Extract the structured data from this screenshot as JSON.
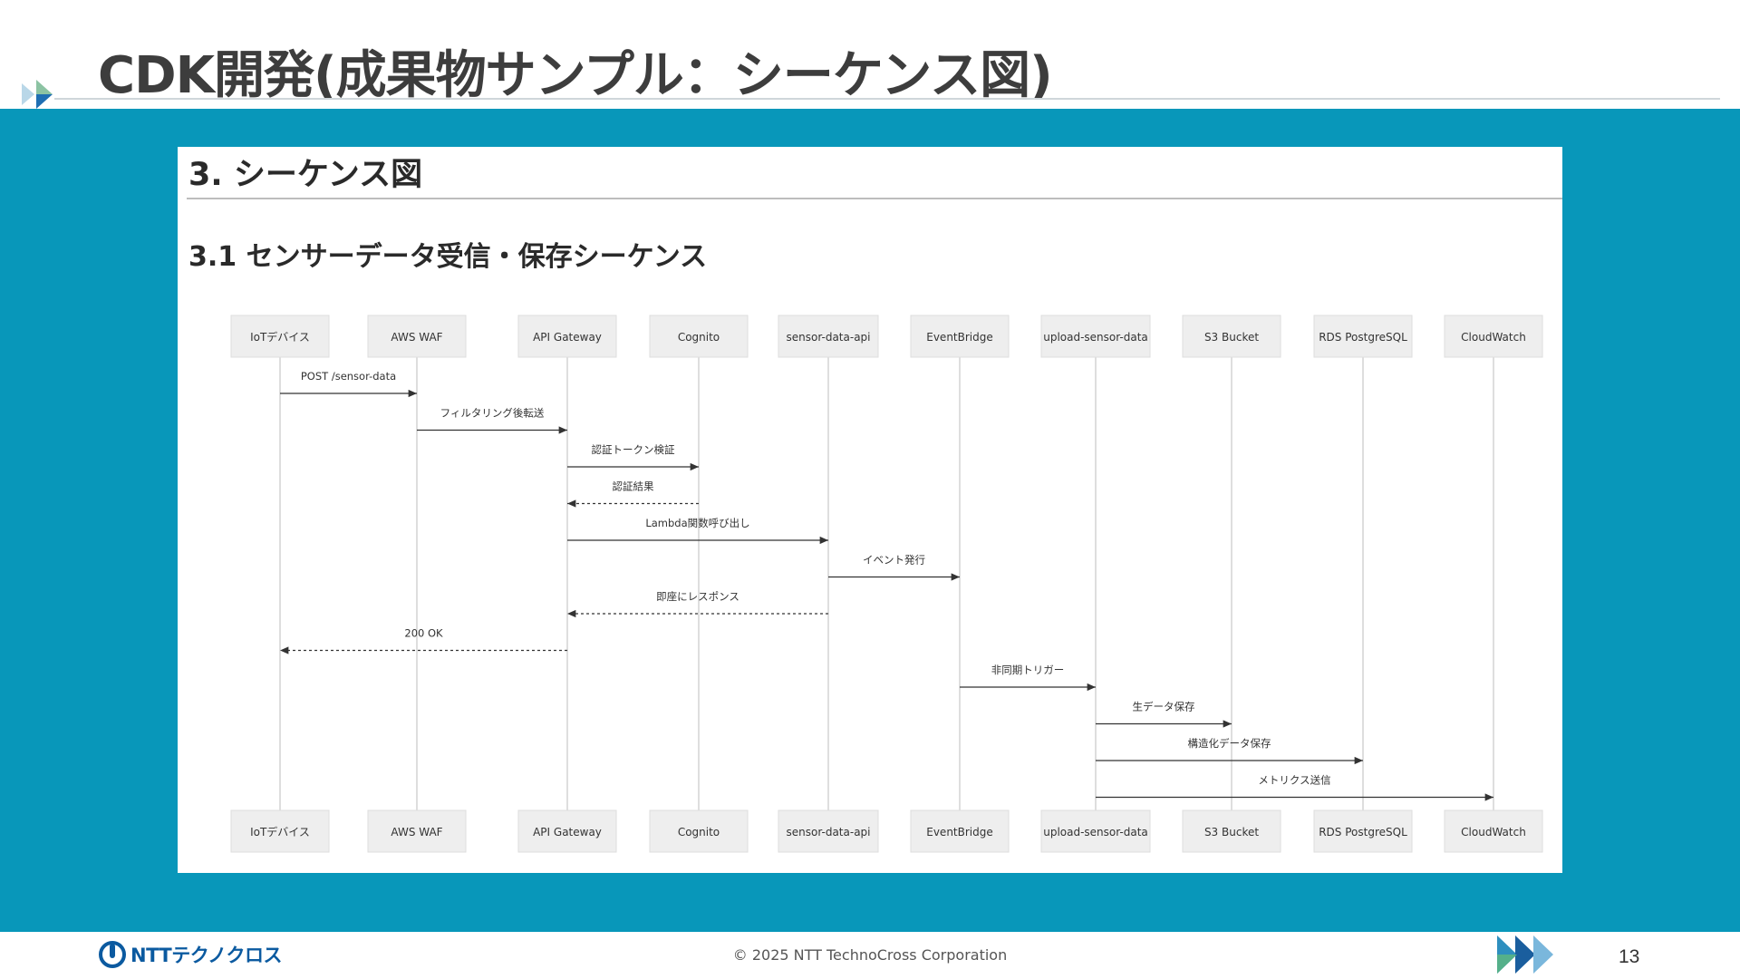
{
  "slide": {
    "title": "CDK開発(成果物サンプル：シーケンス図)",
    "page_number": "13"
  },
  "document": {
    "heading": "3. シーケンス図",
    "subheading": "3.1 センサーデータ受信・保存シーケンス"
  },
  "sequence": {
    "participants": [
      "IoTデバイス",
      "AWS WAF",
      "API Gateway",
      "Cognito",
      "sensor-data-api",
      "EventBridge",
      "upload-sensor-data",
      "S3 Bucket",
      "RDS PostgreSQL",
      "CloudWatch"
    ],
    "messages": [
      {
        "from": 0,
        "to": 1,
        "label": "POST /sensor-data",
        "style": "solid"
      },
      {
        "from": 1,
        "to": 2,
        "label": "フィルタリング後転送",
        "style": "solid"
      },
      {
        "from": 2,
        "to": 3,
        "label": "認証トークン検証",
        "style": "solid"
      },
      {
        "from": 3,
        "to": 2,
        "label": "認証結果",
        "style": "dashed"
      },
      {
        "from": 2,
        "to": 4,
        "label": "Lambda関数呼び出し",
        "style": "solid"
      },
      {
        "from": 4,
        "to": 5,
        "label": "イベント発行",
        "style": "solid"
      },
      {
        "from": 4,
        "to": 2,
        "label": "即座にレスポンス",
        "style": "dashed"
      },
      {
        "from": 2,
        "to": 0,
        "label": "200 OK",
        "style": "dashed"
      },
      {
        "from": 5,
        "to": 6,
        "label": "非同期トリガー",
        "style": "solid"
      },
      {
        "from": 6,
        "to": 7,
        "label": "生データ保存",
        "style": "solid"
      },
      {
        "from": 6,
        "to": 8,
        "label": "構造化データ保存",
        "style": "solid"
      },
      {
        "from": 6,
        "to": 9,
        "label": "メトリクス送信",
        "style": "solid"
      }
    ]
  },
  "footer": {
    "company_logo_text": "NTTテクノクロス",
    "copyright": "© 2025 NTT TechnoCross Corporation"
  },
  "colors": {
    "band": "#0897ba",
    "title": "#3d3d3d",
    "participant_box": "#eeeeee",
    "arrow": "#333333",
    "brand_blue": "#0b5aa0"
  },
  "icons": {
    "corner": "triangle-logo-icon",
    "footer_logo": "ntt-logo-icon",
    "footer_chevrons": "chevron-arrows-icon"
  }
}
